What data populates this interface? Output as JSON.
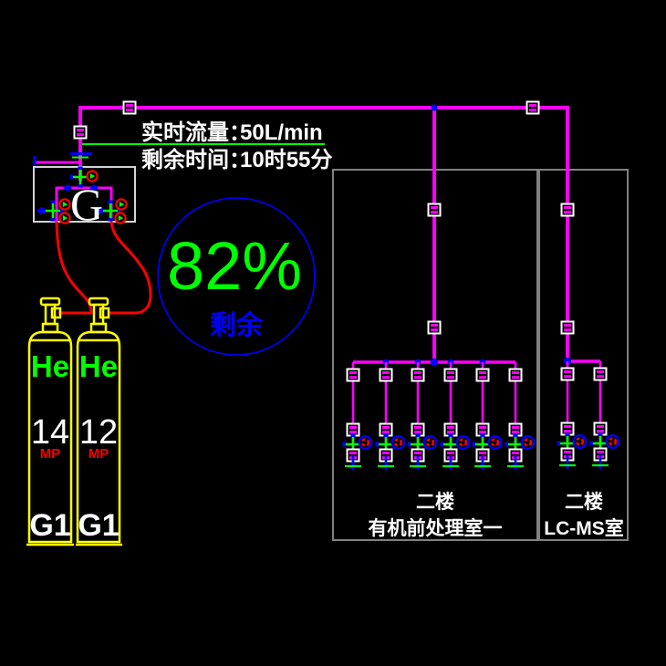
{
  "colors": {
    "background": "#000000",
    "pipe_main": "#ff00ff",
    "hose_red": "#ff0000",
    "valve_green": "#00ff00",
    "fitting_blue": "#0000ff",
    "cylinder_yellow": "#ffff00",
    "room_border_gray": "#808080",
    "manifold_border_gray": "#d4d4d4",
    "text_white": "#ffffff",
    "percent_green": "#00ff00",
    "gauge_circle_blue": "#0000ff"
  },
  "status_panel": {
    "flow_label": "实时流量：",
    "flow_value": "50L/min",
    "time_label": "剩余时间：",
    "time_value": "10时55分"
  },
  "supply_gauge": {
    "percent": "82%",
    "caption": "剩余"
  },
  "manifold": {
    "label": "G"
  },
  "cylinders": [
    {
      "gas": "He",
      "pressure": "14",
      "pressure_unit": "MP",
      "group": "G1"
    },
    {
      "gas": "He",
      "pressure": "12",
      "pressure_unit": "MP",
      "group": "G1"
    }
  ],
  "rooms": [
    {
      "floor": "二楼",
      "name": "有机前处理室一",
      "outlet_count": 6
    },
    {
      "floor": "二楼",
      "name": "LC-MS室",
      "outlet_count": 2
    }
  ]
}
